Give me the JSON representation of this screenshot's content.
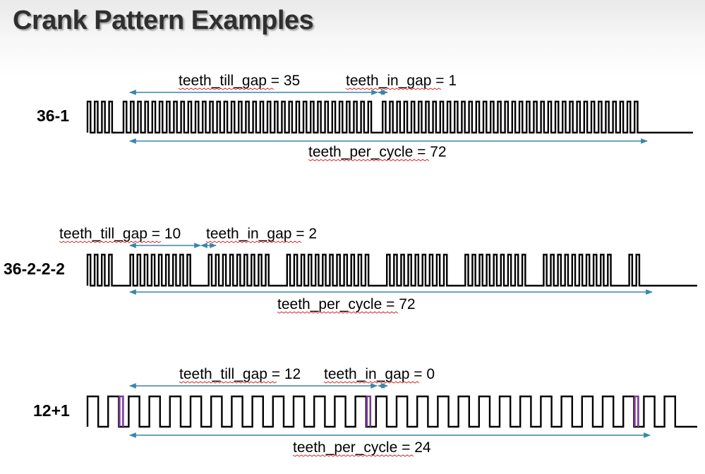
{
  "title": "Crank Pattern Examples",
  "colors": {
    "signal": "#000000",
    "arrow": "#3a86a8",
    "highlight": "#7a3b9a",
    "spell": "#d32f2f"
  },
  "patterns": [
    {
      "label": "36-1",
      "teeth_till_gap": 35,
      "teeth_in_gap": 1,
      "teeth_per_cycle": 72,
      "annotations": {
        "till_gap": "teeth_till_gap = 35",
        "in_gap": "teeth_in_gap = 1",
        "per_cycle": "teeth_per_cycle = 72"
      }
    },
    {
      "label": "36-2-2-2",
      "teeth_till_gap": 10,
      "teeth_in_gap": 2,
      "teeth_per_cycle": 72,
      "annotations": {
        "till_gap": "teeth_till_gap = 10",
        "in_gap": "teeth_in_gap = 2",
        "per_cycle": "teeth_per_cycle = 72"
      }
    },
    {
      "label": "12+1",
      "teeth_till_gap": 12,
      "teeth_in_gap": 0,
      "teeth_per_cycle": 24,
      "annotations": {
        "till_gap": "teeth_till_gap = 12",
        "in_gap": "teeth_in_gap = 0",
        "per_cycle": "teeth_per_cycle = 24"
      }
    }
  ]
}
